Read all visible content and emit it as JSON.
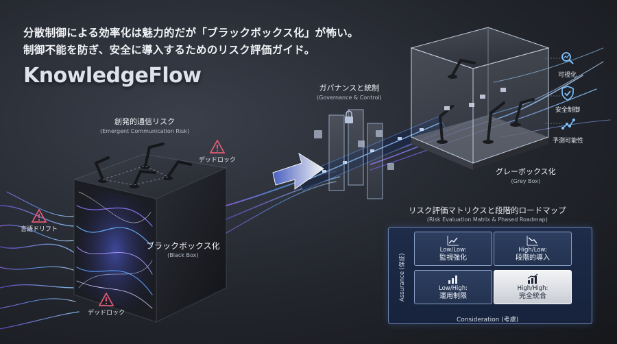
{
  "headline": {
    "line1": "分散制御による効率化は魅力的だが「ブラックボックス化」が怖い。",
    "line2": "制御不能を防ぎ、安全に導入するためのリスク評価ガイド。"
  },
  "brand": "KnowledgeFlow",
  "emergent": {
    "title": "創発的通信リスク",
    "subtitle": "(Emergent Communication Risk)"
  },
  "warnings": {
    "deadlock_top": "デッドロック",
    "drift": "言語ドリフト",
    "deadlock_bottom": "デッドロック"
  },
  "black_box": {
    "title": "ブラックボックス化",
    "subtitle": "(Black Box)"
  },
  "governance": {
    "title": "ガバナンスと統制",
    "subtitle": "(Governance & Control)"
  },
  "grey_box": {
    "title": "グレーボックス化",
    "subtitle": "(Grey Box)"
  },
  "benefits": [
    {
      "icon": "magnify-chart-icon",
      "label": "可視化"
    },
    {
      "icon": "shield-check-icon",
      "label": "安全制御"
    },
    {
      "icon": "trend-nodes-icon",
      "label": "予測可能性"
    }
  ],
  "matrix": {
    "title": "リスク評価マトリクスと段階的ロードマップ",
    "subtitle": "(Risk Evaluation Matrix & Phased Roadmap)",
    "y_axis": "Assurance (保証)",
    "x_axis": "Consideration (考慮)",
    "cells": [
      {
        "line1": "Low/Low:",
        "line2": "監視強化",
        "icon": "line-chart-icon"
      },
      {
        "line1": "High/Low:",
        "line2": "段階的導入",
        "icon": "decline-chart-icon"
      },
      {
        "line1": "Low/High:",
        "line2": "運用制限",
        "icon": "bar-chart-icon"
      },
      {
        "line1": "High/High:",
        "line2": "完全統合",
        "icon": "growth-chart-icon"
      }
    ]
  },
  "colors": {
    "accent": "#5aa0ff",
    "warning": "#e05a74",
    "glow": "#7fc4ff"
  }
}
